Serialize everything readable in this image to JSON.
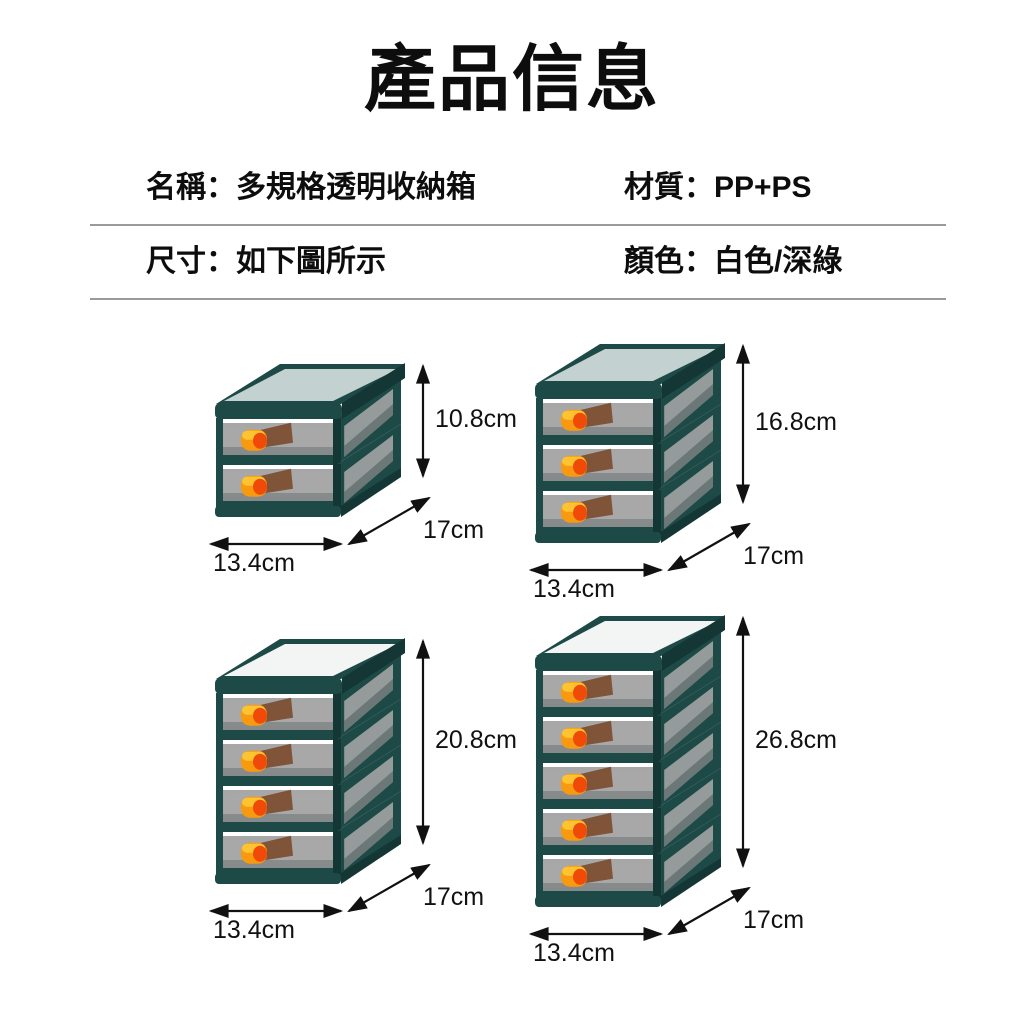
{
  "header": {
    "title": "產品信息",
    "rows": [
      {
        "left": "名稱：多規格透明收納箱",
        "right": "材質：PP+PS"
      },
      {
        "left": "尺寸：如下圖所示",
        "right": "顏色：白色/深綠"
      }
    ]
  },
  "colors": {
    "frame_green": "#1d4a47",
    "frame_green_dark": "#143634",
    "frame_green_light": "#2d6360",
    "lid_top": "#c3d2d0",
    "lid_top_white": "#f2f5f4",
    "drawer_glass": "#8e8e8e",
    "drawer_glass_light": "#a9a9a9",
    "handle_orange": "#f79a10",
    "handle_orange_hi": "#fdc331",
    "handle_red": "#ef4a08",
    "handle_shadow": "#7a4a2c",
    "rule": "#9a9a9a",
    "text": "#0d0d0d",
    "background": "#ffffff"
  },
  "products": [
    {
      "id": "unit-2-drawer",
      "name": "2-drawer storage box",
      "drawers": 2,
      "lid_style": "grey",
      "dims": {
        "height": "10.8cm",
        "width": "13.4cm",
        "depth": "17cm"
      }
    },
    {
      "id": "unit-3-drawer",
      "name": "3-drawer storage box",
      "drawers": 3,
      "lid_style": "grey",
      "dims": {
        "height": "16.8cm",
        "width": "13.4cm",
        "depth": "17cm"
      }
    },
    {
      "id": "unit-4-drawer",
      "name": "4-drawer storage box",
      "drawers": 4,
      "lid_style": "white",
      "dims": {
        "height": "20.8cm",
        "width": "13.4cm",
        "depth": "17cm"
      }
    },
    {
      "id": "unit-5-drawer",
      "name": "5-drawer storage box",
      "drawers": 5,
      "lid_style": "white",
      "dims": {
        "height": "26.8cm",
        "width": "13.4cm",
        "depth": "17cm"
      }
    }
  ]
}
